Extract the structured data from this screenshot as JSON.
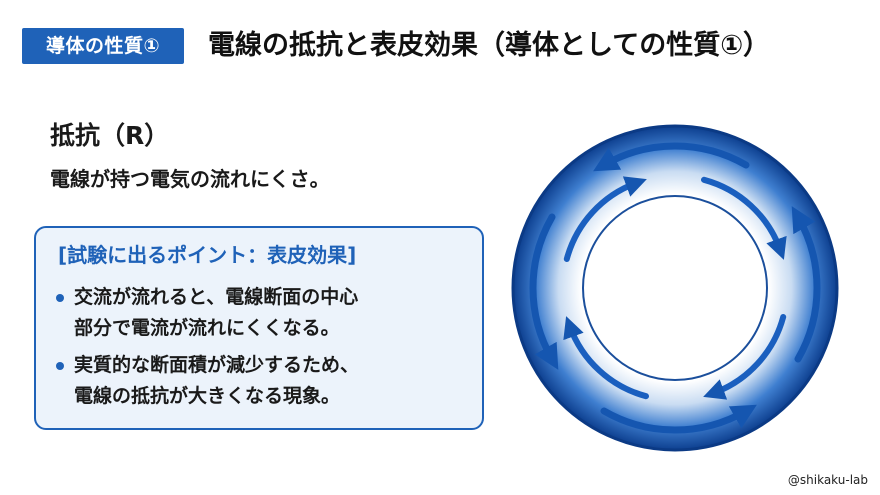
{
  "header": {
    "badge": "導体の性質①",
    "title": "電線の抵抗と表皮効果（導体としての性質①）"
  },
  "section": {
    "term": "抵抗（R）",
    "definition": "電線が持つ電気の流れにくさ。"
  },
  "exam_box": {
    "heading": "[試験に出るポイント：表皮効果]",
    "items": [
      {
        "line1": "交流が流れると、電線断面の中心",
        "line2": "部分で電流が流れにくくなる。"
      },
      {
        "line1": "実質的な断面積が減少するため、",
        "line2": "電線の抵抗が大きくなる現象。"
      }
    ]
  },
  "colors": {
    "accent": "#1f62b8",
    "ring_dark": "#0d3f8f",
    "ring_light": "#ffffff",
    "box_bg": "#ecf3fb"
  },
  "watermark": "@shikaku-lab"
}
